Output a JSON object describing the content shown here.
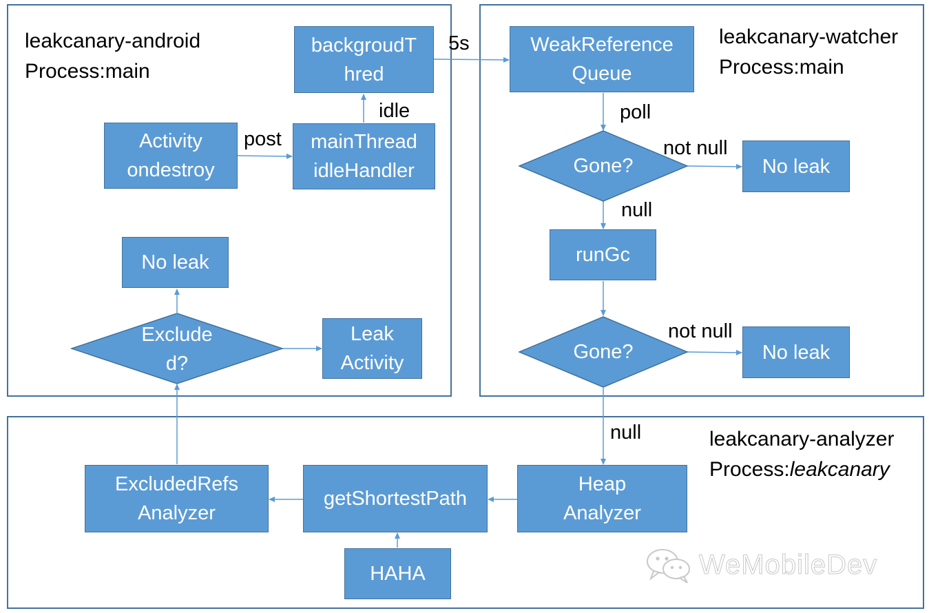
{
  "panels": {
    "android": {
      "title_line1": "leakcanary-android",
      "title_line2": "Process:main"
    },
    "watcher": {
      "title_line1": "leakcanary-watcher",
      "title_line2": "Process:main"
    },
    "analyzer": {
      "title_line1": "leakcanary-analyzer",
      "title_prefix": "Process:",
      "title_italic": "leakcanary"
    }
  },
  "nodes": {
    "background_thread": {
      "line1": "backgroudT",
      "line2": "hred"
    },
    "activity_ondestroy": {
      "line1": "Activity",
      "line2": "ondestroy"
    },
    "main_thread_idle_handler": {
      "line1": "mainThread",
      "line2": "idleHandler"
    },
    "no_leak_android": {
      "label": "No leak"
    },
    "excluded_decision": {
      "line1": "Exclude",
      "line2": "d?"
    },
    "leak_activity": {
      "line1": "Leak",
      "line2": "Activity"
    },
    "weak_reference_queue": {
      "line1": "WeakReference",
      "line2": "Queue"
    },
    "gone_decision_1": {
      "label": "Gone?"
    },
    "no_leak_watcher_1": {
      "label": "No leak"
    },
    "run_gc": {
      "label": "runGc"
    },
    "gone_decision_2": {
      "label": "Gone?"
    },
    "no_leak_watcher_2": {
      "label": "No leak"
    },
    "heap_analyzer": {
      "line1": "Heap",
      "line2": "Analyzer"
    },
    "get_shortest_path": {
      "label": "getShortestPath"
    },
    "excluded_refs_analyzer": {
      "line1": "ExcludedRefs",
      "line2": "Analyzer"
    },
    "haha": {
      "label": "HAHA"
    }
  },
  "edge_labels": {
    "five_seconds": "5s",
    "idle": "idle",
    "post": "post",
    "poll": "poll",
    "not_null_1": "not null",
    "null_1": "null",
    "not_null_2": "not null",
    "null_2": "null"
  },
  "watermark": {
    "text": "WeMobileDev",
    "icon": "wechat-icon"
  },
  "colors": {
    "node_fill": "#5b9bd5",
    "node_border": "#41719c",
    "panel_border": "#41719c",
    "connector": "#5b9bd5"
  }
}
